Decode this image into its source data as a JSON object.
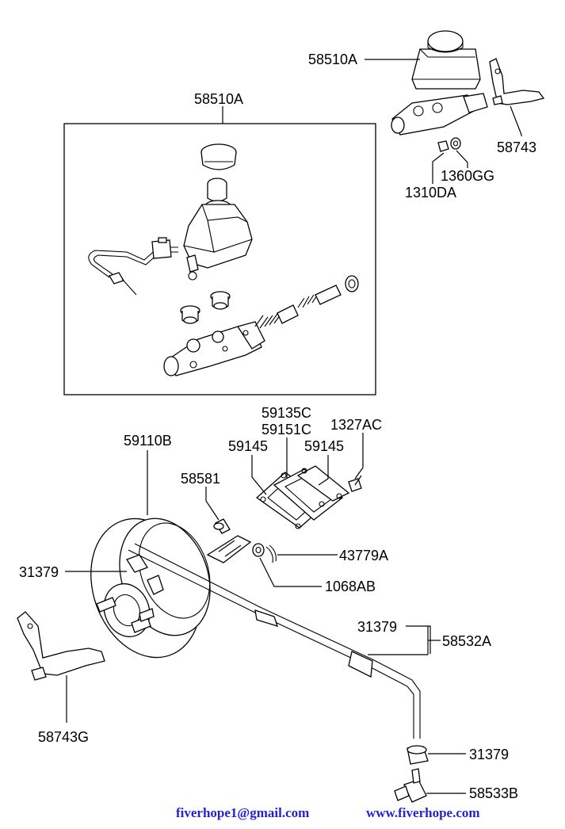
{
  "labels": {
    "reservoir_top": "58510A",
    "bracket_top": "58743",
    "washer_top": "1360GG",
    "nut_top": "1310DA",
    "assembly_box": "58510A",
    "gasket_upper": "59135C",
    "gasket_lower": "59151C",
    "gasket_left": "59145",
    "gasket_right": "59145",
    "bolt_right": "1327AC",
    "booster": "59110B",
    "pin": "58581",
    "clip": "43779A",
    "washer_mid": "1068AB",
    "hose_clamp_left": "31379",
    "hose_clamp_mid": "31379",
    "hose_assembly": "58532A",
    "bracket_bottom": "58743G",
    "hose_clamp_bottom": "31379",
    "fitting_bottom": "58533B"
  },
  "footer": {
    "email": "fiverhope1@gmail.com",
    "website": "www.fiverhope.com"
  },
  "colors": {
    "ink": "#000000",
    "footer": "#2323d6",
    "background": "#ffffff"
  }
}
